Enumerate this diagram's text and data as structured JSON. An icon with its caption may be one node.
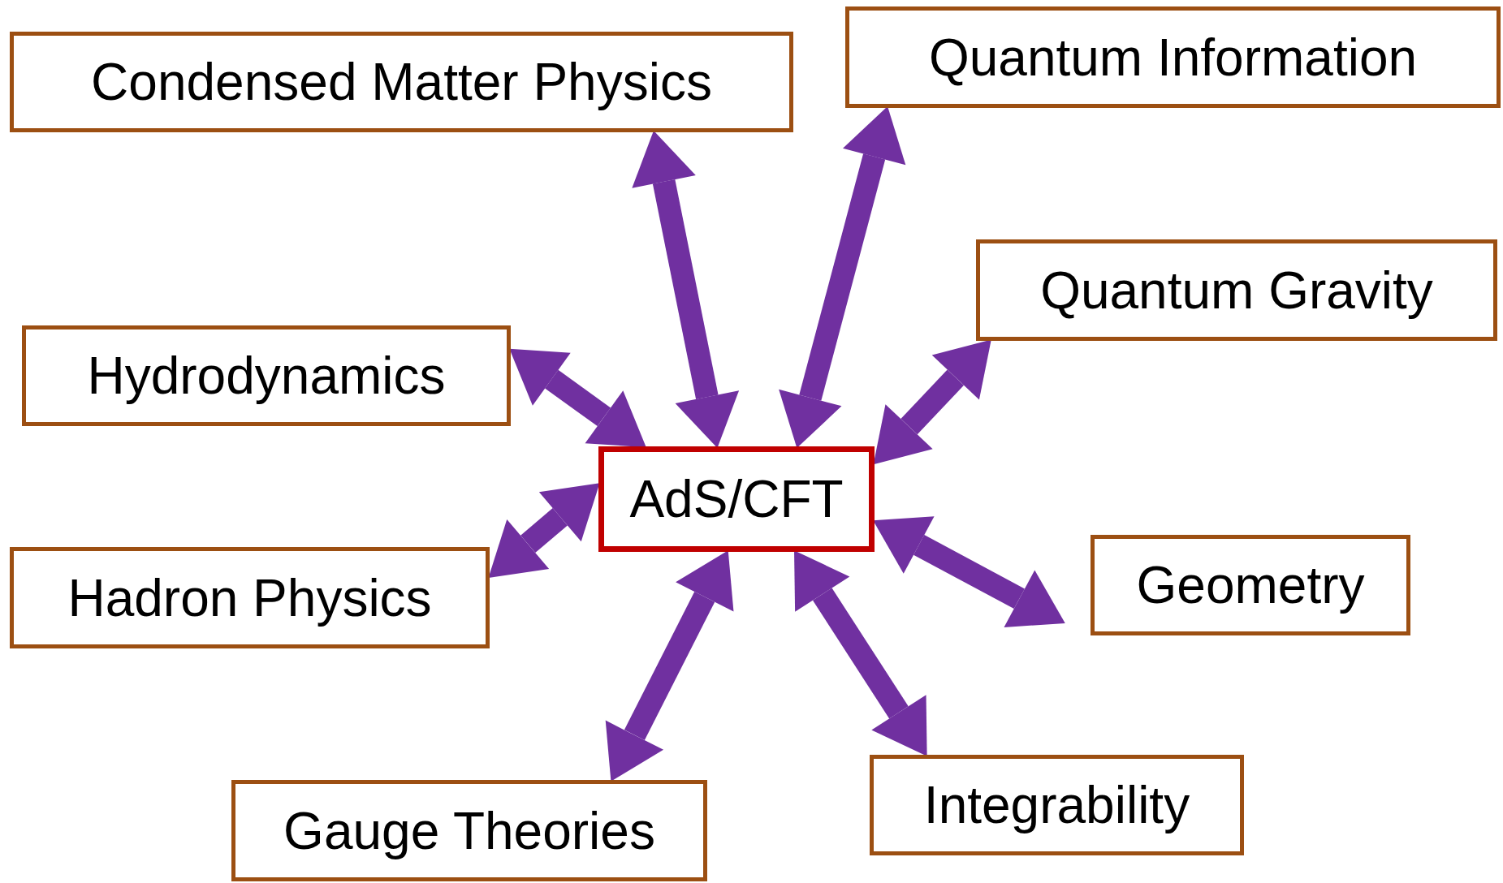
{
  "diagram": {
    "nodes": [
      {
        "text": [
          "Condensed Matter Physics"
        ]
      },
      {
        "text": [
          "Quantum Information"
        ]
      },
      {
        "text": [
          "Quantum Gravity"
        ]
      },
      {
        "text": [
          "Hydrodynamics"
        ]
      },
      {
        "text": [
          "AdS/CFT"
        ]
      },
      {
        "text": [
          "Hadron Physics"
        ]
      },
      {
        "text": [
          "Geometry"
        ]
      },
      {
        "text": [
          "Gauge Theories"
        ]
      },
      {
        "text": [
          "Integrability"
        ]
      }
    ],
    "edges": [
      {
        "from": 0,
        "to": 4,
        "arrow": "both"
      },
      {
        "from": 1,
        "to": 4,
        "arrow": "both"
      },
      {
        "from": 2,
        "to": 4,
        "arrow": "both"
      },
      {
        "from": 3,
        "to": 4,
        "arrow": "both"
      },
      {
        "from": 5,
        "to": 4,
        "arrow": "both"
      },
      {
        "from": 6,
        "to": 4,
        "arrow": "both"
      },
      {
        "from": 8,
        "to": 4,
        "arrow": "both"
      },
      {
        "from": 7,
        "to": 4,
        "arrow": "both"
      }
    ]
  }
}
